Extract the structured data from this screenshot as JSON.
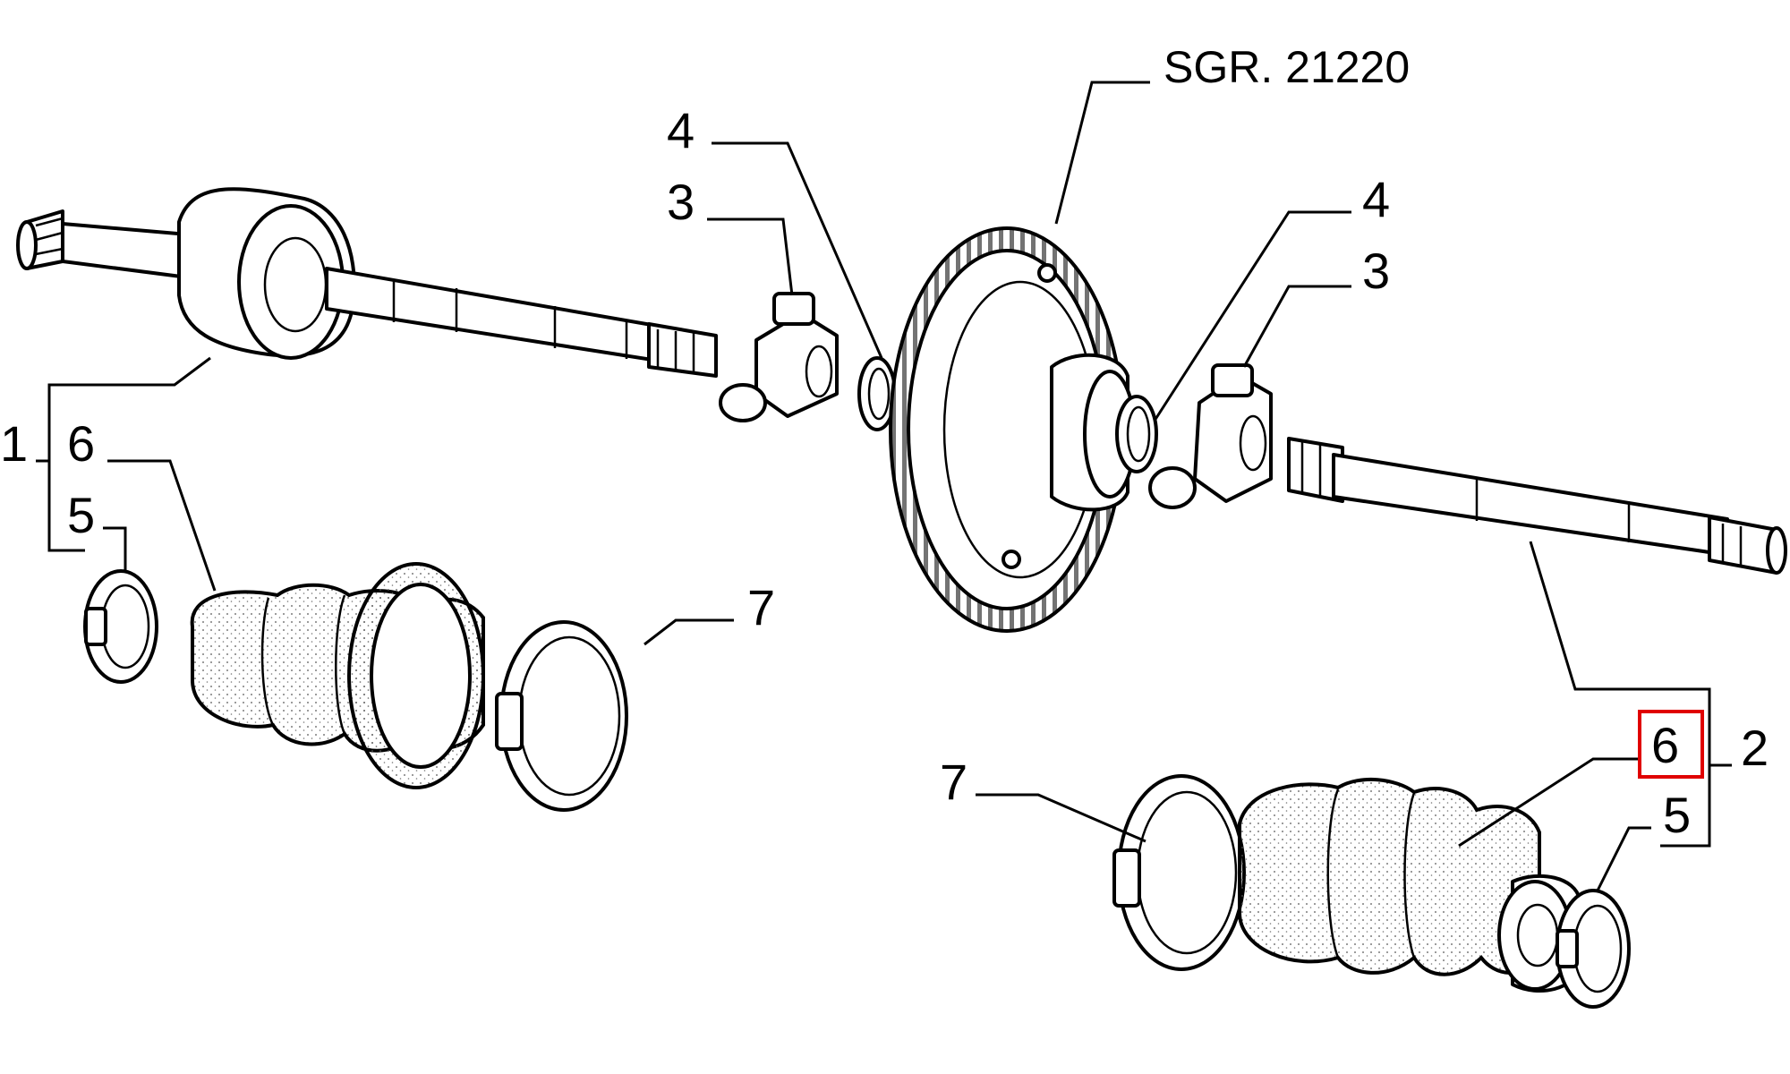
{
  "diagram": {
    "sgr_ref": "SGR. 21220",
    "callouts": {
      "left_shaft": "1",
      "right_shaft": "2",
      "left_tripod": "3",
      "right_tripod": "3",
      "left_ring": "4",
      "right_ring": "4",
      "left_small_clamp": "5",
      "right_small_clamp": "5",
      "left_boot": "6",
      "right_boot": "6",
      "left_large_clamp": "7",
      "right_large_clamp": "7"
    },
    "highlighted_callout": "right_boot",
    "highlight_color": "#e00000"
  }
}
